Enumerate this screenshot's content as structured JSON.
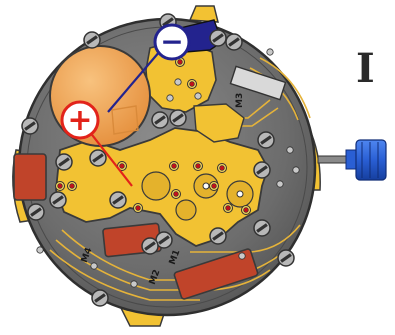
{
  "illustration": {
    "subject": "quartz-watch-movement",
    "step_label": "I",
    "polarity": {
      "positive": "+",
      "negative": "−"
    },
    "motor_markings": [
      "M1",
      "M2",
      "M3",
      "M4"
    ],
    "colors": {
      "plate_gray": "#6f6f6f",
      "plate_outline": "#3a3a3a",
      "bridge_gold": "#f2c233",
      "battery_orange": "#f0a658",
      "coil_red": "#c0442a",
      "crown_blue": "#2f63d8",
      "symbol_red": "#e2231a",
      "symbol_blue": "#23238e"
    }
  }
}
